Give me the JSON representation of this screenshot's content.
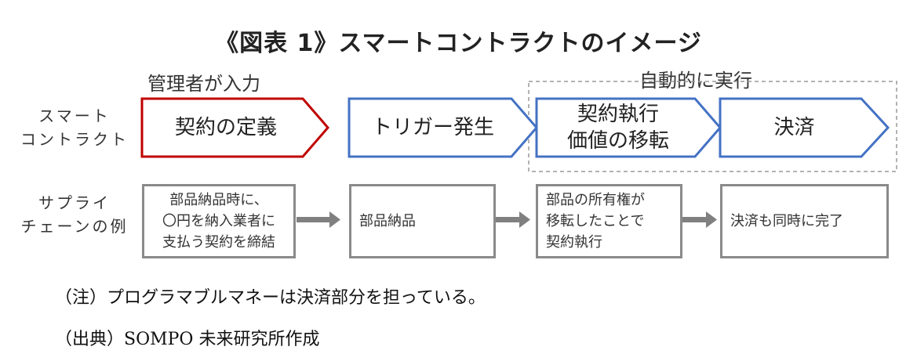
{
  "title": "《図表 1》スマートコントラクトのイメージ",
  "captions": {
    "admin_input": "管理者が入力",
    "auto_execute": "自動的に実行"
  },
  "row_labels": {
    "smart_contract": [
      "スマート",
      "コントラクト"
    ],
    "supply_chain": [
      "サプライ",
      "チェーンの例"
    ]
  },
  "steps": [
    {
      "lines": [
        "契約の定義"
      ],
      "color": "#c00000"
    },
    {
      "lines": [
        "トリガー発生"
      ],
      "color": "#4472c4"
    },
    {
      "lines": [
        "契約執行",
        "価値の移転"
      ],
      "color": "#4472c4"
    },
    {
      "lines": [
        "決済"
      ],
      "color": "#4472c4"
    }
  ],
  "supply_boxes": [
    {
      "lines": [
        "部品納品時に、",
        "〇円を納入業者に",
        "支払う契約を締結"
      ]
    },
    {
      "lines": [
        "部品納品"
      ]
    },
    {
      "lines": [
        "部品の所有権が",
        "移転したことで",
        "契約執行"
      ]
    },
    {
      "lines": [
        "決済も同時に完了"
      ]
    }
  ],
  "colors": {
    "box_border": "#8a8a8a",
    "connector": "#808080",
    "dashed": "#999999"
  },
  "notes": {
    "note": "（注）プログラマブルマネーは決済部分を担っている。",
    "source": "（出典）SOMPO 未来研究所作成"
  }
}
